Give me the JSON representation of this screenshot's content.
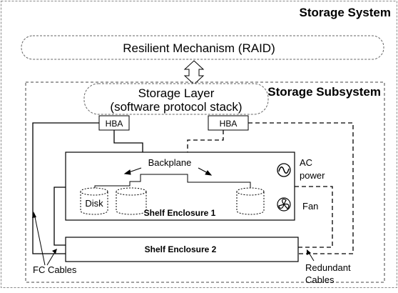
{
  "diagram": {
    "outer_title": "Storage System",
    "resilient_label": "Resilient Mechanism (RAID)",
    "subsystem_title": "Storage Subsystem",
    "storage_layer_line1": "Storage Layer",
    "storage_layer_line2": "(software protocol stack)",
    "hba_left": "HBA",
    "hba_right": "HBA",
    "backplane": "Backplane",
    "disk": "Disk",
    "ac_line1": "AC",
    "ac_line2": "power",
    "fan": "Fan",
    "shelf1": "Shelf Enclosure 1",
    "shelf2": "Shelf Enclosure 2",
    "fc_cables": "FC Cables",
    "redundant_line1": "Redundant",
    "redundant_line2": "Cables"
  },
  "icons": {
    "ac": "ac-power-icon",
    "fan": "fan-icon",
    "link_arrow": "double-arrow-icon",
    "disk": "disk-cylinder-icon"
  }
}
